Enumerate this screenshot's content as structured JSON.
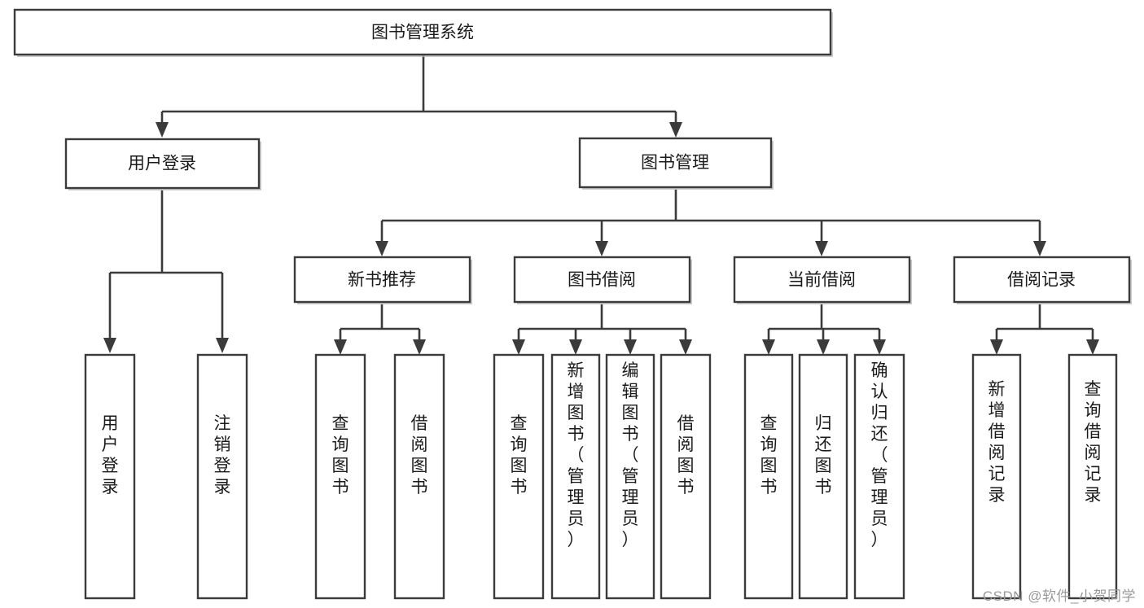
{
  "diagram": {
    "type": "tree-hierarchy",
    "title": "图书管理系统",
    "watermark": "CSDN @软件_小贺同学",
    "levels": [
      {
        "level": 1,
        "nodes": [
          {
            "id": "root",
            "label": "图书管理系统",
            "orientation": "horizontal"
          }
        ]
      },
      {
        "level": 2,
        "nodes": [
          {
            "id": "login",
            "label": "用户登录",
            "orientation": "horizontal",
            "parent": "root"
          },
          {
            "id": "bookmgmt",
            "label": "图书管理",
            "orientation": "horizontal",
            "parent": "root"
          }
        ]
      },
      {
        "level": 3,
        "nodes": [
          {
            "id": "newbook",
            "label": "新书推荐",
            "orientation": "horizontal",
            "parent": "bookmgmt"
          },
          {
            "id": "borrow",
            "label": "图书借阅",
            "orientation": "horizontal",
            "parent": "bookmgmt"
          },
          {
            "id": "current",
            "label": "当前借阅",
            "orientation": "horizontal",
            "parent": "bookmgmt"
          },
          {
            "id": "record",
            "label": "借阅记录",
            "orientation": "horizontal",
            "parent": "bookmgmt"
          }
        ]
      },
      {
        "level": 4,
        "nodes": [
          {
            "id": "leaf-user-login",
            "label": "用户登录",
            "orientation": "vertical",
            "parent": "login"
          },
          {
            "id": "leaf-user-logout",
            "label": "注销登录",
            "orientation": "vertical",
            "parent": "login"
          },
          {
            "id": "leaf-newbook-query",
            "label": "查询图书",
            "orientation": "vertical",
            "parent": "newbook"
          },
          {
            "id": "leaf-newbook-borrow",
            "label": "借阅图书",
            "orientation": "vertical",
            "parent": "newbook"
          },
          {
            "id": "leaf-borrow-query",
            "label": "查询图书",
            "orientation": "vertical",
            "parent": "borrow"
          },
          {
            "id": "leaf-borrow-add",
            "label": "新增图书（管理员）",
            "orientation": "vertical",
            "parent": "borrow"
          },
          {
            "id": "leaf-borrow-edit",
            "label": "编辑图书（管理员）",
            "orientation": "vertical",
            "parent": "borrow"
          },
          {
            "id": "leaf-borrow-lend",
            "label": "借阅图书",
            "orientation": "vertical",
            "parent": "borrow"
          },
          {
            "id": "leaf-current-query",
            "label": "查询图书",
            "orientation": "vertical",
            "parent": "current"
          },
          {
            "id": "leaf-current-return",
            "label": "归还图书",
            "orientation": "vertical",
            "parent": "current"
          },
          {
            "id": "leaf-current-confirm",
            "label": "确认归还（管理员）",
            "orientation": "vertical",
            "parent": "current"
          },
          {
            "id": "leaf-record-add",
            "label": "新增借阅记录",
            "orientation": "vertical",
            "parent": "record"
          },
          {
            "id": "leaf-record-query",
            "label": "查询借阅记录",
            "orientation": "vertical",
            "parent": "record"
          }
        ]
      }
    ],
    "colors": {
      "box_stroke": "#3b3b3b",
      "box_fill": "#ffffff",
      "connector": "#3b3b3b",
      "text": "#1a1a1a",
      "watermark": "#9a9a9a",
      "background": "#ffffff"
    }
  }
}
